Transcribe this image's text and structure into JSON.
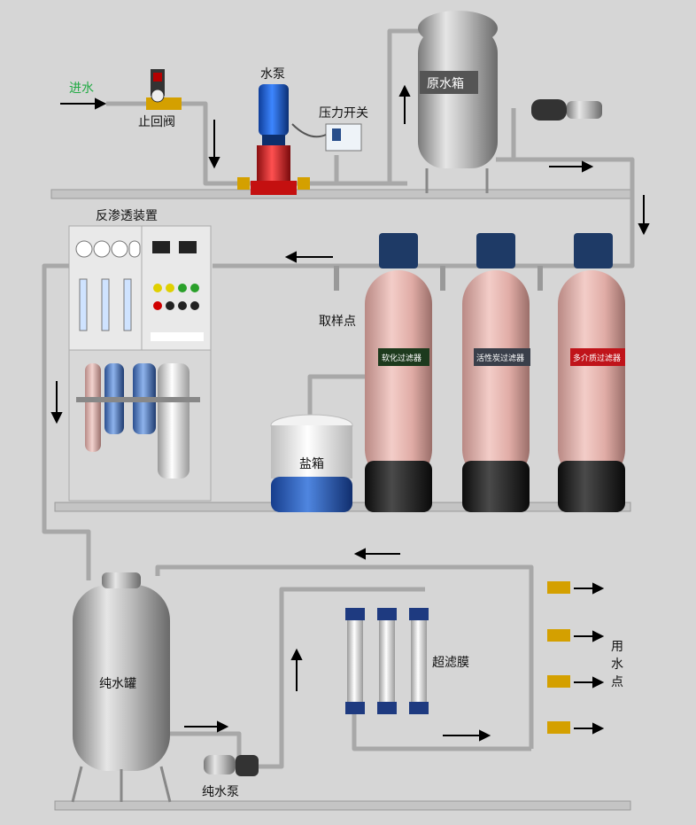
{
  "labels": {
    "inlet": "进水",
    "check_valve": "止回阀",
    "water_pump": "水泵",
    "pressure_switch": "压力开关",
    "raw_tank": "原水箱",
    "ro_unit": "反渗透装置",
    "sampling_point": "取样点",
    "softener_filter": "软化过滤器",
    "carbon_filter": "活性炭过滤器",
    "multimedia_filter": "多介质过滤器",
    "salt_tank": "盐箱",
    "pure_tank": "纯水罐",
    "ultrafiltration": "超滤膜",
    "pure_pump": "纯水泵",
    "use_point_1": "用",
    "use_point_2": "水",
    "use_point_3": "点"
  },
  "colors": {
    "inlet_text": "#22aa44",
    "softener_tag": "#1d3a1d",
    "carbon_tag": "#3a3f4a",
    "multimedia_tag": "#c0141a",
    "pipe": "#bdbdbd",
    "filter_body": "#e8b7b2",
    "filter_base": "#1e1e1e"
  }
}
